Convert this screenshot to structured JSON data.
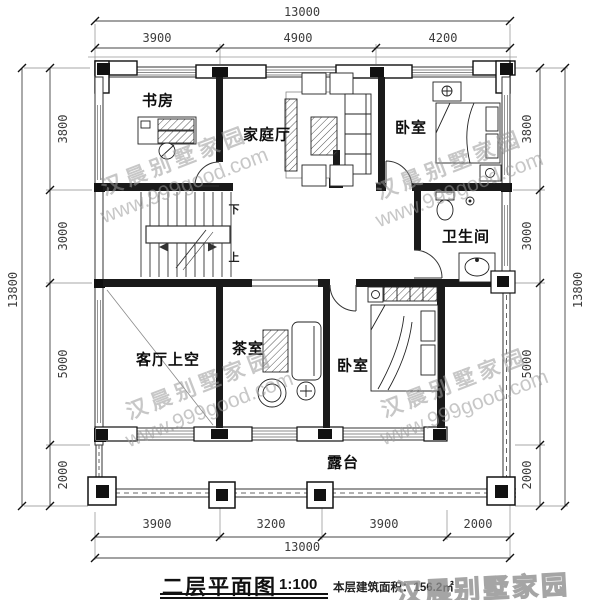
{
  "title": {
    "name": "二层平面图",
    "scale": "1:100",
    "area_note": "本层建筑面积：156.2㎡"
  },
  "watermark": {
    "brand": "汉晨别墅家园",
    "url": "www.999good.com"
  },
  "dimensions": {
    "top": {
      "total": "13000",
      "segments": [
        "3900",
        "4900",
        "4200"
      ]
    },
    "bottom": {
      "total": "13000",
      "segments": [
        "3900",
        "3200",
        "3900",
        "2000"
      ]
    },
    "left": {
      "total": "13800",
      "segments": [
        "3800",
        "3000",
        "5000",
        "2000"
      ]
    },
    "right": {
      "total": "13800",
      "segments": [
        "3800",
        "3000",
        "5000",
        "2000"
      ]
    }
  },
  "rooms": {
    "study": "书房",
    "family_hall": "家庭厅",
    "bedroom_top": "卧室",
    "bathroom": "卫生间",
    "living_void": "客厅上空",
    "tea_room": "茶室",
    "bedroom_bottom": "卧室",
    "terrace": "露台"
  },
  "stairs": {
    "down": "下",
    "up": "上"
  }
}
